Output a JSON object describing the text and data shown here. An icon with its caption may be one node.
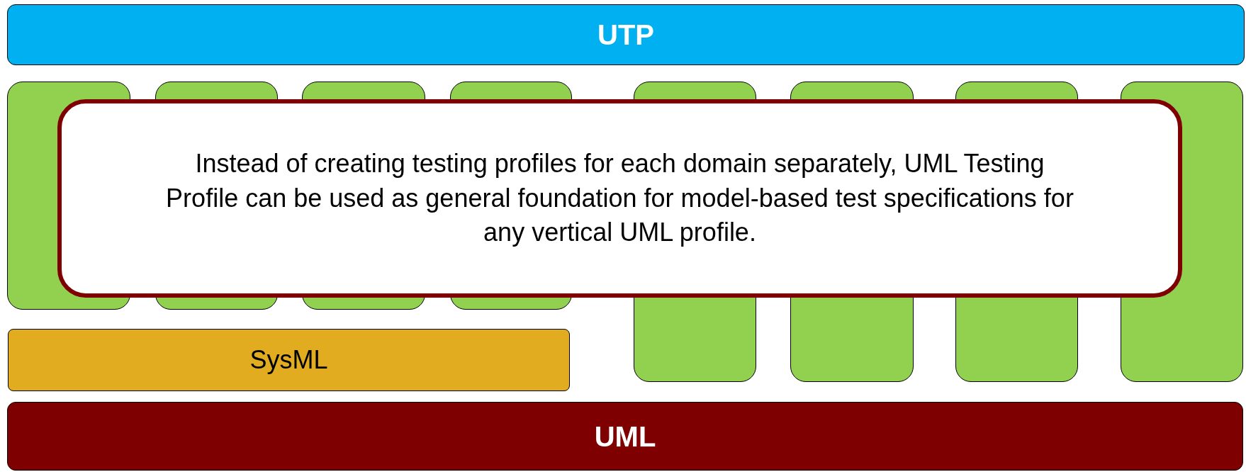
{
  "diagram": {
    "nodes": [
      {
        "text": [
          "UTP"
        ]
      },
      {
        "text": [],
        "shape": "box"
      },
      {
        "text": [],
        "shape": "box"
      },
      {
        "text": [],
        "shape": "box"
      },
      {
        "text": [],
        "shape": "box"
      },
      {
        "text": [],
        "shape": "box"
      },
      {
        "text": [],
        "shape": "box"
      },
      {
        "text": [],
        "shape": "box"
      },
      {
        "text": [],
        "shape": "box"
      },
      {
        "text": [
          "Instead of creating testing profiles for each domain separately, UML Testing Profile can be used as general foundation for model-based test specifications for any vertical UML profile."
        ]
      },
      {
        "text": [
          "SysML"
        ]
      },
      {
        "text": [
          "UML"
        ]
      }
    ]
  }
}
